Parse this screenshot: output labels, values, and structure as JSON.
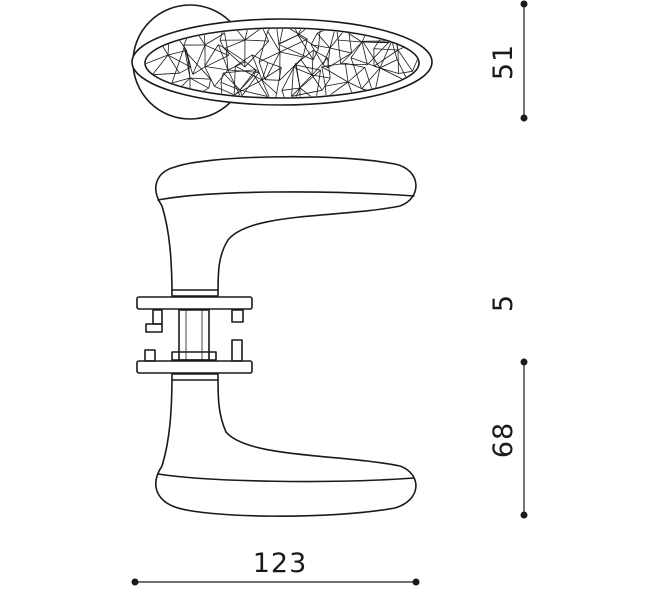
{
  "dimensions": {
    "rose_height": "51",
    "gap": "5",
    "lever_height": "68",
    "lever_length": "123"
  },
  "colors": {
    "ink": "#1a1a1a",
    "background": "#ffffff"
  }
}
